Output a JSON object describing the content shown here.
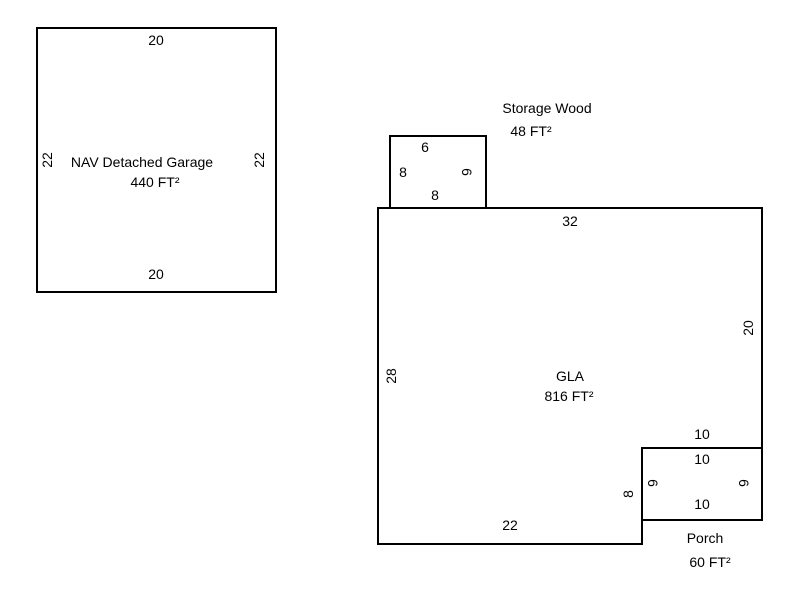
{
  "garage": {
    "name": "NAV Detached Garage",
    "area": "440 FT²",
    "dims": {
      "top": "20",
      "bottom": "20",
      "left": "22",
      "right": "22"
    }
  },
  "storage": {
    "name": "Storage Wood",
    "area": "48 FT²",
    "dims": {
      "top": "6",
      "bottom": "8",
      "left": "8",
      "right": "6"
    }
  },
  "gla": {
    "name": "GLA",
    "area": "816 FT²",
    "dims": {
      "top": "32",
      "right": "20",
      "left": "28",
      "bottom": "22",
      "inner_vertical": "8",
      "inner_horizontal": "10"
    }
  },
  "porch": {
    "name": "Porch",
    "area": "60 FT²",
    "dims": {
      "top": "10",
      "bottom": "10",
      "left": "6",
      "right": "6"
    }
  }
}
